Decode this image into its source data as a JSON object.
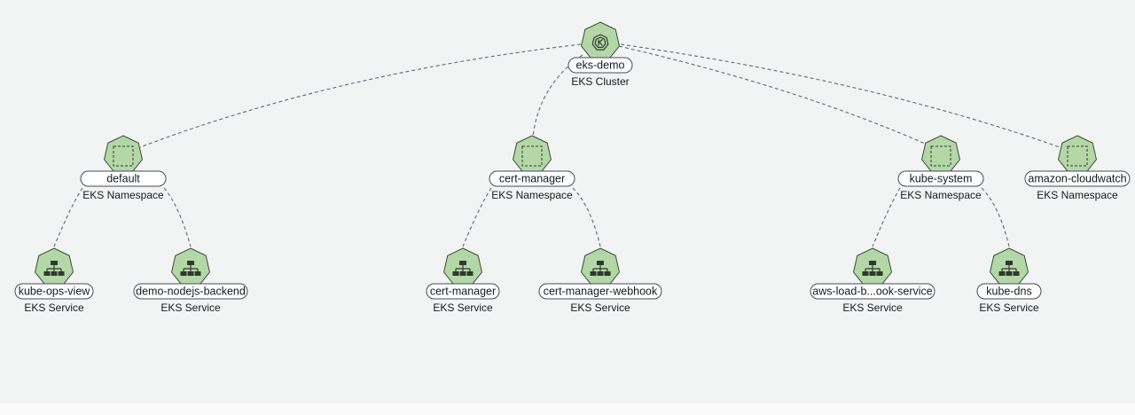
{
  "cluster": {
    "name": "eks-demo",
    "type": "EKS Cluster",
    "icon": "kubernetes-icon"
  },
  "namespaces": [
    {
      "name": "default",
      "type": "EKS Namespace",
      "icon": "namespace-icon",
      "services": [
        {
          "name": "kube-ops-view",
          "type": "EKS Service",
          "icon": "service-icon"
        },
        {
          "name": "demo-nodejs-backend",
          "type": "EKS Service",
          "icon": "service-icon"
        }
      ]
    },
    {
      "name": "cert-manager",
      "type": "EKS Namespace",
      "icon": "namespace-icon",
      "services": [
        {
          "name": "cert-manager",
          "type": "EKS Service",
          "icon": "service-icon"
        },
        {
          "name": "cert-manager-webhook",
          "type": "EKS Service",
          "icon": "service-icon"
        }
      ]
    },
    {
      "name": "kube-system",
      "type": "EKS Namespace",
      "icon": "namespace-icon",
      "services": [
        {
          "name": "aws-load-b...ook-service",
          "type": "EKS Service",
          "icon": "service-icon"
        },
        {
          "name": "kube-dns",
          "type": "EKS Service",
          "icon": "service-icon"
        }
      ]
    },
    {
      "name": "amazon-cloudwatch",
      "type": "EKS Namespace",
      "icon": "namespace-icon",
      "services": []
    }
  ]
}
